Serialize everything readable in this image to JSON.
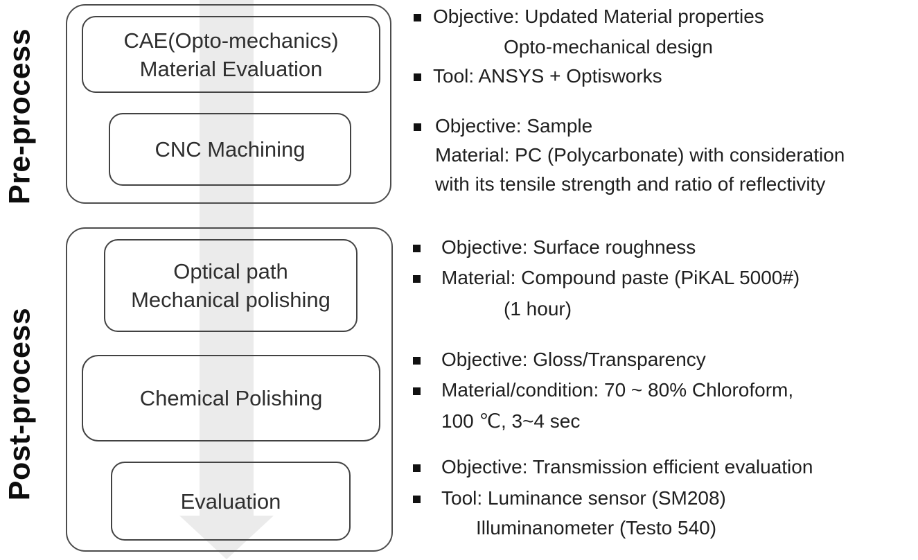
{
  "diagram": {
    "pre_process_label": "Pre-process",
    "post_process_label": "Post-process",
    "flow_boxes": [
      {
        "id": "cae",
        "stage": "pre-process",
        "lines": [
          "CAE(Opto-mechanics)",
          "Material Evaluation"
        ]
      },
      {
        "id": "cnc-machining",
        "stage": "pre-process",
        "lines": [
          "CNC Machining"
        ]
      },
      {
        "id": "optical-path-mechanical-polishing",
        "stage": "post-process",
        "lines": [
          "Optical path",
          "Mechanical polishing"
        ]
      },
      {
        "id": "chemical-polishing",
        "stage": "post-process",
        "lines": [
          "Chemical Polishing"
        ]
      },
      {
        "id": "evaluation",
        "stage": "post-process",
        "lines": [
          "Evaluation"
        ]
      }
    ],
    "flow_arrow": {
      "direction": "down",
      "color": "#ebebeb"
    }
  },
  "notes": [
    {
      "lines": [
        {
          "bullet": true,
          "text": "Objective: Updated Material properties"
        },
        {
          "bullet": false,
          "text": "Opto-mechanical design"
        },
        {
          "bullet": true,
          "text": "Tool: ANSYS + Optisworks"
        }
      ]
    },
    {
      "lines": [
        {
          "bullet": true,
          "text": "Objective: Sample"
        },
        {
          "bullet": false,
          "text": "Material: PC (Polycarbonate) with consideration"
        },
        {
          "bullet": false,
          "text": "with its tensile strength and ratio of reflectivity"
        }
      ]
    },
    {
      "lines": [
        {
          "bullet": true,
          "text": "Objective: Surface roughness"
        },
        {
          "bullet": true,
          "text": "Material: Compound paste (PiKAL 5000#)"
        },
        {
          "bullet": false,
          "text": "(1 hour)"
        }
      ]
    },
    {
      "lines": [
        {
          "bullet": true,
          "text": "Objective: Gloss/Transparency"
        },
        {
          "bullet": true,
          "text": "Material/condition: 70 ~ 80% Chloroform,"
        },
        {
          "bullet": false,
          "text": "100 ℃, 3~4 sec"
        }
      ]
    },
    {
      "lines": [
        {
          "bullet": true,
          "text": "Objective: Transmission efficient evaluation"
        },
        {
          "bullet": true,
          "text": "Tool: Luminance sensor (SM208)"
        },
        {
          "bullet": false,
          "text": "Illuminanometer (Testo 540)"
        }
      ]
    }
  ],
  "colors": {
    "background": "#ffffff",
    "box_border": "#4c4c4c",
    "text": "#262626",
    "arrow": "#ebebeb",
    "stage_label": "#0d0d0d"
  }
}
